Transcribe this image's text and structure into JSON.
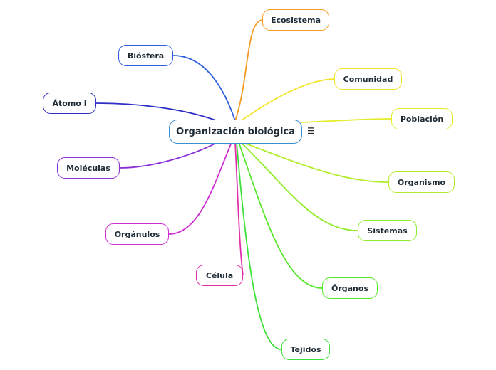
{
  "root": {
    "label": "Organización biológica",
    "menu_icon": "hamburger-menu-icon"
  },
  "branches": [
    {
      "id": "ecosistema",
      "label": "Ecosistema",
      "color": "#f59a23"
    },
    {
      "id": "biosfera",
      "label": "Biósfera",
      "color": "#2f5fe0"
    },
    {
      "id": "comunidad",
      "label": "Comunidad",
      "color": "#f2e42a"
    },
    {
      "id": "atomo",
      "label": "Átomo l",
      "color": "#2f2fc8"
    },
    {
      "id": "poblacion",
      "label": "Población",
      "color": "#e5ec2a"
    },
    {
      "id": "moleculas",
      "label": "Moléculas",
      "color": "#8a2fd6"
    },
    {
      "id": "organismo",
      "label": "Organismo",
      "color": "#b2ec2a"
    },
    {
      "id": "sistemas",
      "label": "Sistemas",
      "color": "#8fec2a"
    },
    {
      "id": "organulos",
      "label": "Orgánulos",
      "color": "#cf2fd0"
    },
    {
      "id": "celula",
      "label": "Célula",
      "color": "#e02fa8"
    },
    {
      "id": "organos",
      "label": "Órganos",
      "color": "#55e82a"
    },
    {
      "id": "tejidos",
      "label": "Tejidos",
      "color": "#3ee03a"
    }
  ]
}
